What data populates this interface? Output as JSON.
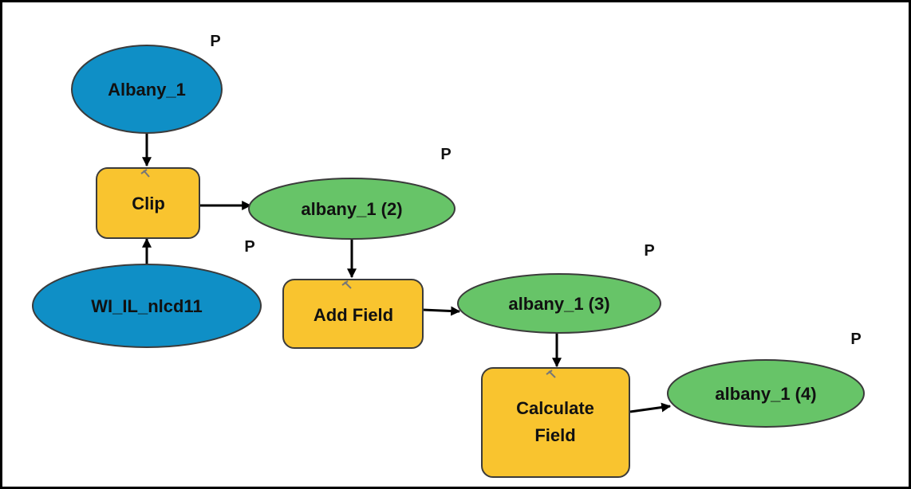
{
  "colors": {
    "input_data": "#0f8fc6",
    "derived_data": "#67c468",
    "tool": "#f9c42f",
    "outline": "#3b3b3b",
    "connector": "#000000"
  },
  "nodes": {
    "albany_1": {
      "label": "Albany_1",
      "kind": "input-data",
      "param": "P"
    },
    "wi_il_nlcd11": {
      "label": "WI_IL_nlcd11",
      "kind": "input-data",
      "param": "P"
    },
    "clip": {
      "label": "Clip",
      "kind": "tool",
      "icon": "hammer-icon"
    },
    "albany_1_2": {
      "label": "albany_1 (2)",
      "kind": "derived-data",
      "param": "P"
    },
    "add_field": {
      "label": "Add Field",
      "kind": "tool",
      "icon": "hammer-icon"
    },
    "albany_1_3": {
      "label": "albany_1 (3)",
      "kind": "derived-data",
      "param": "P"
    },
    "calculate_field": {
      "label_line1": "Calculate",
      "label_line2": "Field",
      "kind": "tool",
      "icon": "hammer-icon"
    },
    "albany_1_4": {
      "label": "albany_1 (4)",
      "kind": "derived-data",
      "param": "P"
    }
  }
}
